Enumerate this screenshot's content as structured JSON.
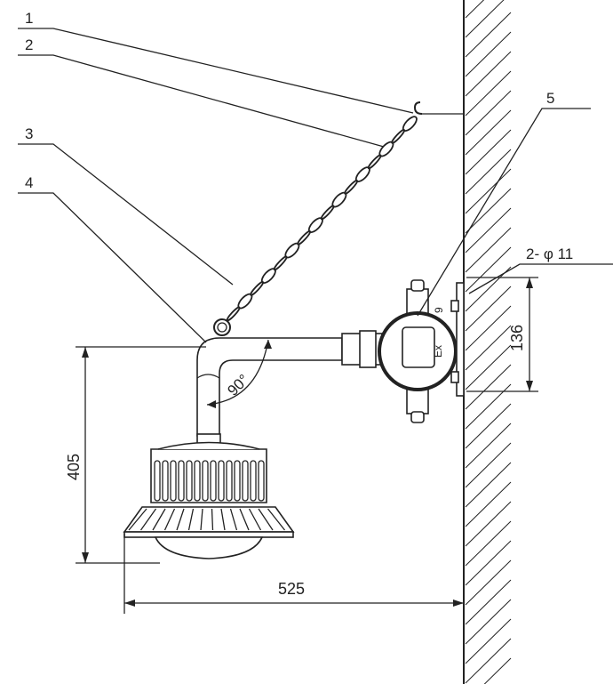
{
  "callouts": [
    "1",
    "2",
    "3",
    "4",
    "5"
  ],
  "hole_label": "2- φ 11",
  "dimensions": {
    "bracket_height": "136",
    "drop_height": "405",
    "reach": "525",
    "angle": "90°"
  },
  "junction_box_mark": "Ex",
  "junction_box_mark2": "9",
  "colors": {
    "line": "#222222",
    "background": "#ffffff"
  }
}
